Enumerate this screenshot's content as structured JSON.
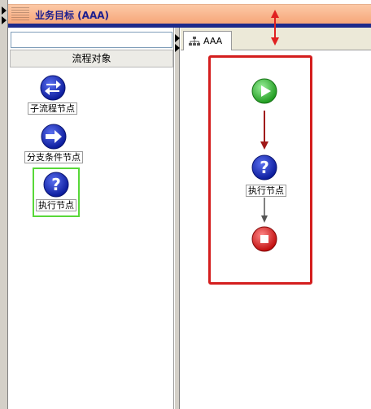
{
  "title": "业务目标 (AAA)",
  "search": {
    "value": "",
    "placeholder": ""
  },
  "objects_header": "流程对象",
  "palette": [
    {
      "label": "子流程节点",
      "icon": "swap-arrows-icon"
    },
    {
      "label": "分支条件节点",
      "icon": "arrow-right-icon"
    },
    {
      "label": "执行节点",
      "icon": "question-mark-icon",
      "selected": true
    }
  ],
  "tab": {
    "label": "AAA",
    "icon": "hierarchy-icon"
  },
  "flow": {
    "start_icon": "play-icon",
    "exec_label": "执行节点",
    "exec_icon": "question-mark-icon",
    "end_icon": "stop-icon"
  },
  "colors": {
    "title_bg": "#f6a67a",
    "title_text": "#1b1e8f",
    "highlight_red": "#d41e1e",
    "selected_green": "#58d838",
    "node_blue": "#1026b8",
    "start_green": "#3cb83c",
    "end_red": "#e01818"
  }
}
